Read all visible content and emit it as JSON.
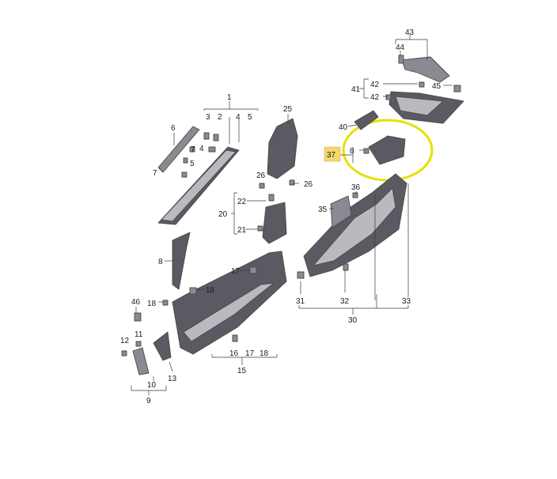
{
  "diagram": {
    "labels": {
      "l1": "1",
      "l2": "2",
      "l3": "3",
      "l4a": "4",
      "l5a": "5",
      "l4b": "4",
      "l5b": "5",
      "l6": "6",
      "l7a": "7",
      "l7b": "7",
      "l8a": "8",
      "l8b": "8",
      "l9": "9",
      "l10": "10",
      "l11": "11",
      "l12": "12",
      "l13": "13",
      "l15": "15",
      "l16": "16",
      "l17a": "17",
      "l18a": "18",
      "l17b": "17",
      "l18b": "18",
      "l18c": "18",
      "l20": "20",
      "l21": "21",
      "l22": "22",
      "l25": "25",
      "l26a": "26",
      "l26b": "26",
      "l30": "30",
      "l31": "31",
      "l32": "32",
      "l33": "33",
      "l35": "35",
      "l36": "36",
      "l37": "37",
      "l40": "40",
      "l41": "41",
      "l42a": "42",
      "l42b": "42",
      "l43": "43",
      "l44": "44",
      "l45": "45",
      "l46": "46"
    },
    "highlight_color": "#e8e000",
    "callout_color": "#f5d76e"
  }
}
